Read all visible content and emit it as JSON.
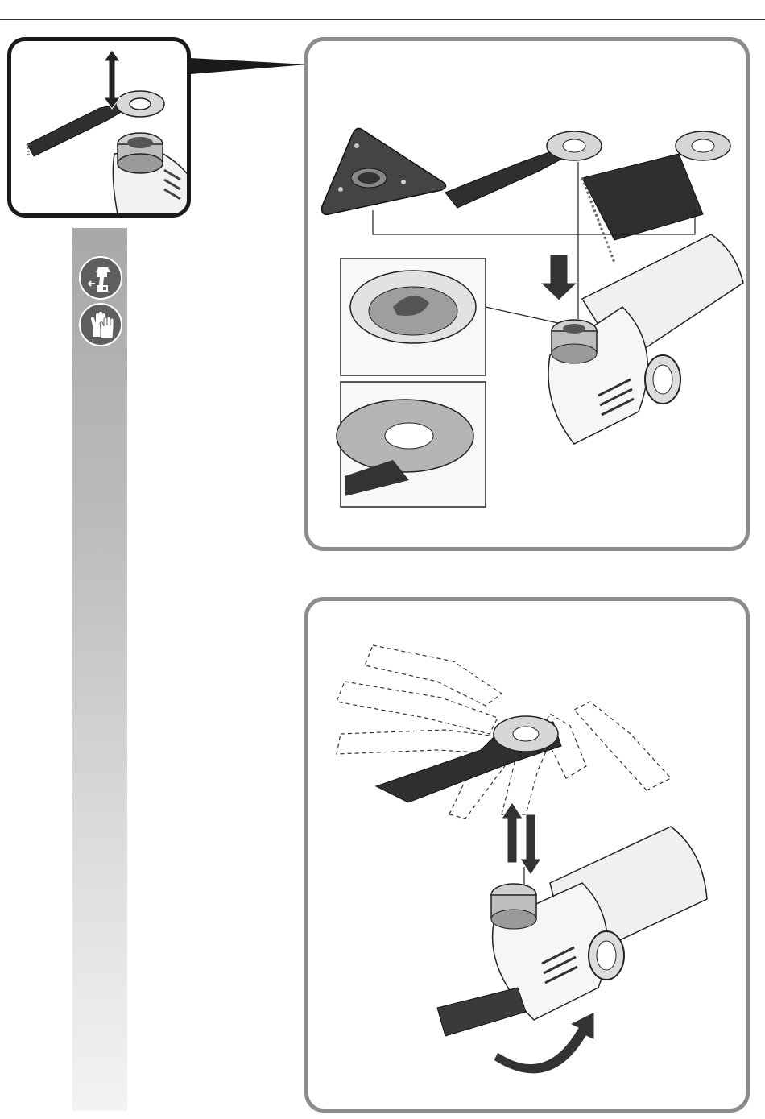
{
  "page": {
    "figures": [
      {
        "id": "inset-detail",
        "icon": "blade-lift-detail"
      },
      {
        "id": "accessory-mount",
        "icon": "accessory-mounting"
      },
      {
        "id": "angle-adjust",
        "icon": "blade-angle-adjustment"
      }
    ]
  },
  "sidebar": {
    "icons": [
      "battery-removal-icon",
      "protective-gloves-icon"
    ]
  },
  "colors": {
    "frame": "#8c8c8c",
    "inset_frame": "#1a1a1a",
    "sidebar_top": "#a8a8a8",
    "sidebar_bottom": "#f3f3f3",
    "tool_dark": "#3a3a3a"
  }
}
